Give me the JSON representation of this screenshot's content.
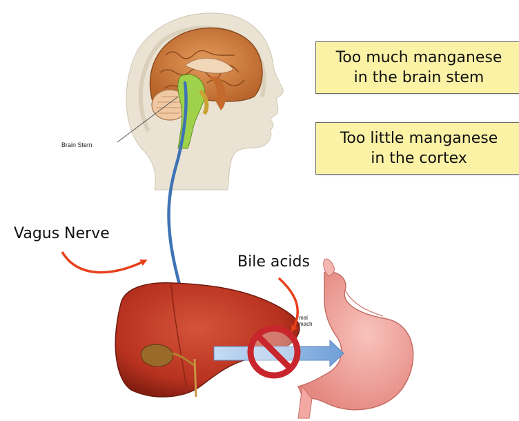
{
  "callouts": [
    {
      "line1": "Too much manganese",
      "line2": "in the brain stem"
    },
    {
      "line1": "Too little manganese",
      "line2": "in the cortex"
    }
  ],
  "labels": {
    "vagus_nerve": "Vagus Nerve",
    "bile_acids": "Bile acids",
    "brain_stem": "Brain Stem",
    "stomach_partial_1": "mal",
    "stomach_partial_2": "mach"
  },
  "colors": {
    "callout_fill": "#fbf2a6",
    "arrow_red": "#e8401c",
    "nerve_blue": "#3f73b5",
    "flow_arrow": "#8fb6e3",
    "prohibition_red": "#c8262c",
    "liver": "#b8321f",
    "stomach": "#f2a7a1",
    "brain": "#c9772f",
    "skin": "#eae3d3"
  },
  "icons": {
    "prohibition": "no-entry-sign-icon",
    "flow_arrow": "right-arrow-icon"
  }
}
